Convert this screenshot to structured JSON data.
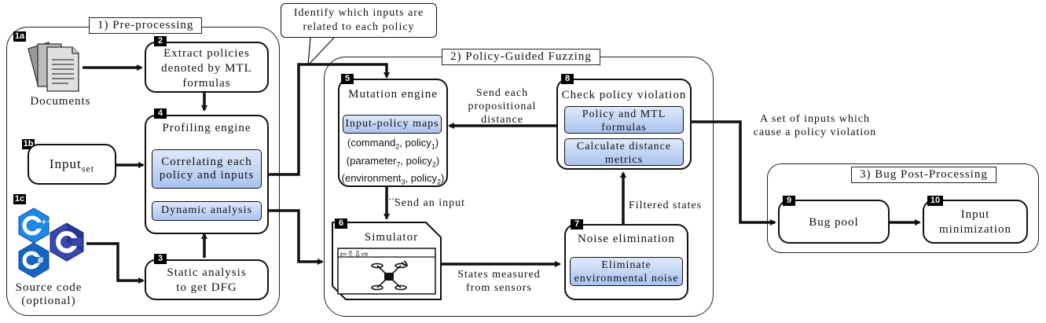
{
  "regions": {
    "preprocessing": "1) Pre-processing",
    "fuzzing": "2) Policy-Guided Fuzzing",
    "postprocessing": "3) Bug Post-Processing"
  },
  "tags": {
    "t1a": "1a",
    "t1b": "1b",
    "t1c": "1c",
    "t2": "2",
    "t3": "3",
    "t4": "4",
    "t5": "5",
    "t6": "6",
    "t7": "7",
    "t8": "8",
    "t9": "9",
    "t10": "10"
  },
  "documents": {
    "label": "Documents"
  },
  "extract": {
    "line1": "Extract policies",
    "line2": "denoted by MTL",
    "line3": "formulas"
  },
  "profiling": {
    "title": "Profiling engine",
    "correlating_1": "Correlating each",
    "correlating_2": "policy and inputs",
    "dynamic": "Dynamic analysis"
  },
  "input_set": {
    "base": "Input",
    "sub": "set"
  },
  "source_code": {
    "line1": "Source code",
    "line2": "(optional)"
  },
  "static": {
    "line1": "Static analysis",
    "line2": "to get DFG"
  },
  "identify_note": {
    "line1": "Identify which inputs are",
    "line2": "related to each policy"
  },
  "mutation": {
    "title": "Mutation engine",
    "maps": "Input-policy maps",
    "pairs": [
      {
        "a": "command",
        "a_sub": "2",
        "b": "policy",
        "b_sub": "1"
      },
      {
        "a": "parameter",
        "a_sub": "7",
        "b": "policy",
        "b_sub": "2"
      },
      {
        "a": "environment",
        "a_sub": "3",
        "b": "policy",
        "b_sub": "2"
      }
    ],
    "ellipsis": "..."
  },
  "send_distance": {
    "line1": "Send each",
    "line2": "propositional",
    "line3": "distance"
  },
  "check": {
    "title": "Check policy violation",
    "policy_1": "Policy and MTL",
    "policy_2": "formulas",
    "calc_1": "Calculate distance",
    "calc_2": "metrics"
  },
  "violation_note": {
    "line1": "A set of inputs which",
    "line2": "cause a policy violation"
  },
  "send_input": "Send an input",
  "filtered": "Filtered states",
  "simulator": {
    "title": "Simulator",
    "arrows": "⇦⇧⇩⇨"
  },
  "states": {
    "line1": "States measured",
    "line2": "from sensors"
  },
  "noise": {
    "title": "Noise elimination",
    "inner_1": "Eliminate",
    "inner_2": "environmental noise"
  },
  "bugpool": "Bug pool",
  "minimization": {
    "line1": "Input",
    "line2": "minimization"
  },
  "icons": [
    "document-stack-icon",
    "cpp-logo-icon",
    "c-logo-icon",
    "csharp-logo-icon",
    "drone-icon"
  ],
  "colors": {
    "inner_fill_top": "#dfe9fb",
    "inner_fill_bottom": "#a9c3ef",
    "c_logo": "#3949ab",
    "cpp_logo": "#1e88e5"
  }
}
